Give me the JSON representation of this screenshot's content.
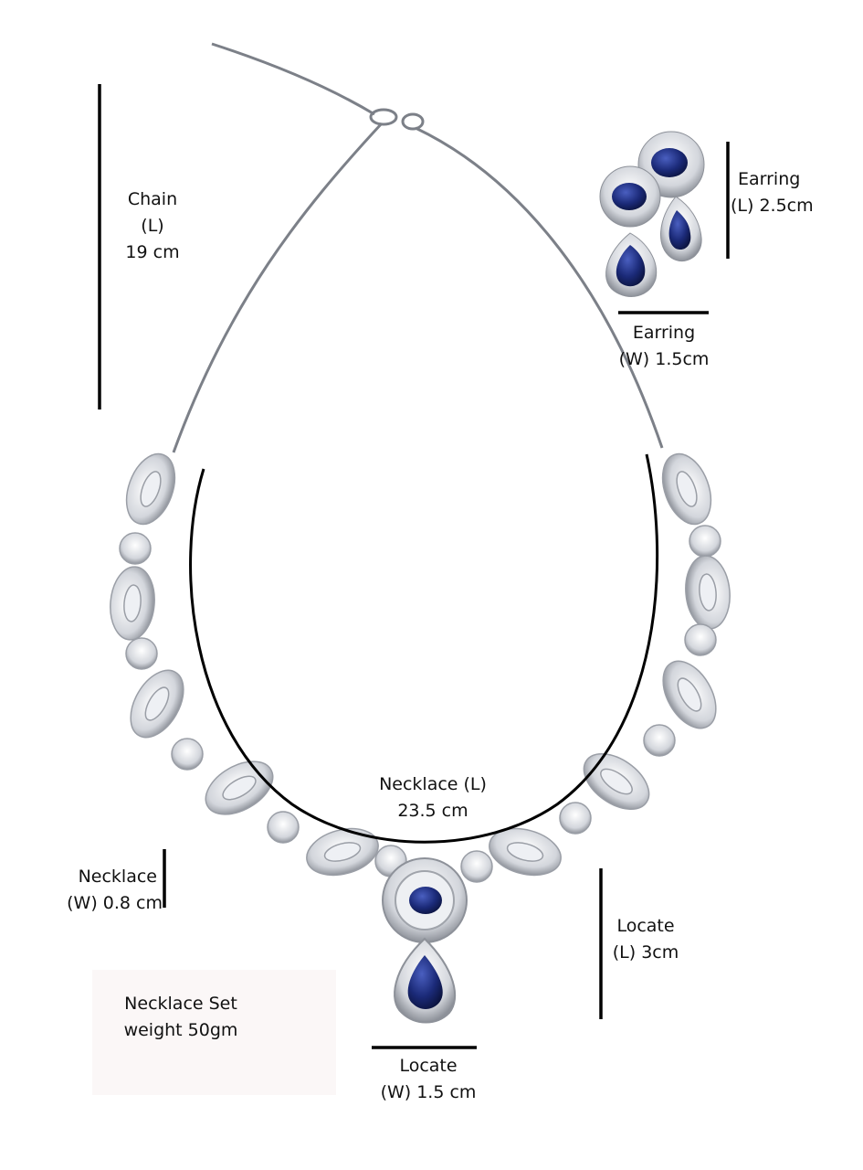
{
  "product": {
    "chain_length": {
      "line1": "Chain",
      "line2": "(L)",
      "line3": "19 cm"
    },
    "earring_length": {
      "line1": "Earring",
      "line2": "(L) 2.5cm"
    },
    "earring_width": {
      "line1": "Earring",
      "line2": "(W)  1.5cm"
    },
    "necklace_length": {
      "line1": "Necklace (L)",
      "line2": "23.5 cm"
    },
    "necklace_width": {
      "line1": "Necklace",
      "line2": "(W) 0.8 cm"
    },
    "locket_length": {
      "line1": "Locate",
      "line2": "(L)  3cm"
    },
    "locket_width": {
      "line1": "Locate",
      "line2": "(W) 1.5 cm"
    },
    "weight": {
      "line1": "Necklace Set",
      "line2": "weight  50gm"
    }
  },
  "colors": {
    "stone_blue": "#1b2a78",
    "silver": "#c9ccd2",
    "weight_box": "#fbf7f7"
  }
}
